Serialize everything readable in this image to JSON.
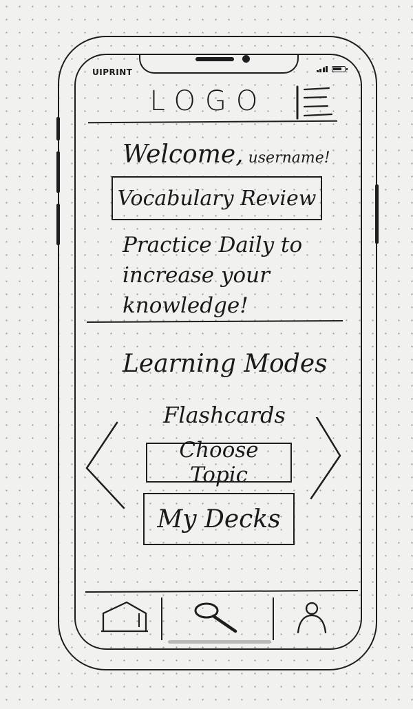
{
  "status_bar": {
    "brand": "UIPRINT",
    "icons": [
      "signal-icon",
      "battery-icon"
    ]
  },
  "header": {
    "logo": "LOGO",
    "menu_icon": "menu-icon"
  },
  "welcome": {
    "greeting": "Welcome,",
    "username": " username!"
  },
  "vocabulary_review": {
    "label": "Vocabulary Review"
  },
  "practice_message": "Practice Daily to increase your knowledge!",
  "learning_modes": {
    "title": "Learning Modes",
    "current_mode": "Flashcards",
    "choose_topic_label": "Choose Topic",
    "my_decks_label": "My Decks",
    "prev_icon": "chevron-left-icon",
    "next_icon": "chevron-right-icon"
  },
  "tab_bar": {
    "tabs": [
      "home-icon",
      "search-icon",
      "profile-icon"
    ]
  },
  "colors": {
    "ink": "#1e1e1e",
    "paper": "#f1f1ef",
    "dot_grid": "#9a9a98"
  }
}
